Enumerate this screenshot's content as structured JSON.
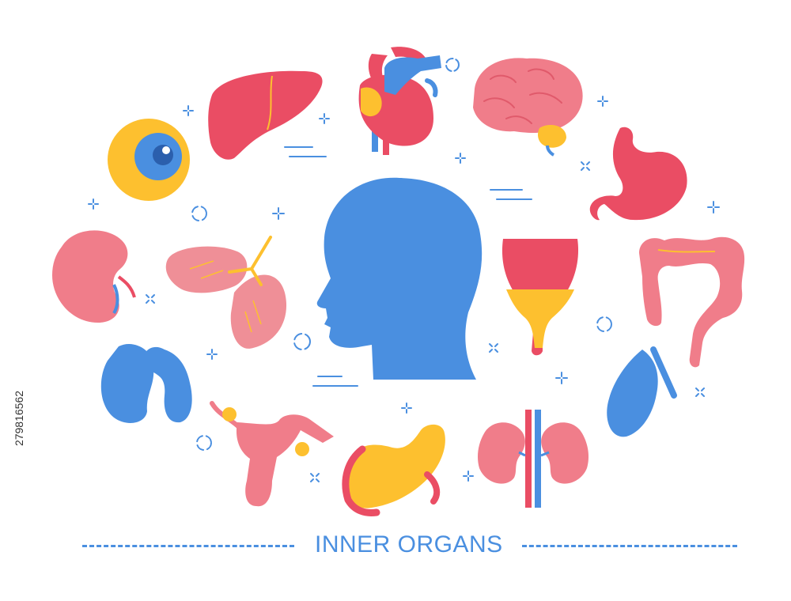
{
  "title": "INNER ORGANS",
  "stock_id": "279816562",
  "colors": {
    "red": "#ea4d64",
    "pink": "#f07d8a",
    "lung_pink": "#ef8f97",
    "yellow": "#fdc02f",
    "blue": "#4a8fe0",
    "accent_line": "#4a8fe0",
    "background": "#ffffff"
  },
  "illustrations": [
    {
      "name": "head-silhouette",
      "label": "Head silhouette",
      "color": "blue"
    },
    {
      "name": "eyeball",
      "label": "Eye",
      "color": "yellow"
    },
    {
      "name": "liver",
      "label": "Liver",
      "color": "red"
    },
    {
      "name": "heart",
      "label": "Heart",
      "color": "red"
    },
    {
      "name": "brain",
      "label": "Brain",
      "color": "pink"
    },
    {
      "name": "stomach",
      "label": "Stomach",
      "color": "red"
    },
    {
      "name": "kidney",
      "label": "Kidney",
      "color": "pink"
    },
    {
      "name": "lungs",
      "label": "Lungs",
      "color": "lung_pink"
    },
    {
      "name": "bladder",
      "label": "Bladder",
      "color": "red"
    },
    {
      "name": "large-intestine",
      "label": "Large intestine",
      "color": "pink"
    },
    {
      "name": "thyroid",
      "label": "Thyroid",
      "color": "blue"
    },
    {
      "name": "uterus",
      "label": "Uterus",
      "color": "pink"
    },
    {
      "name": "pancreas",
      "label": "Pancreas",
      "color": "yellow"
    },
    {
      "name": "kidneys-pair",
      "label": "Kidneys",
      "color": "pink"
    },
    {
      "name": "spleen",
      "label": "Spleen",
      "color": "blue"
    }
  ]
}
